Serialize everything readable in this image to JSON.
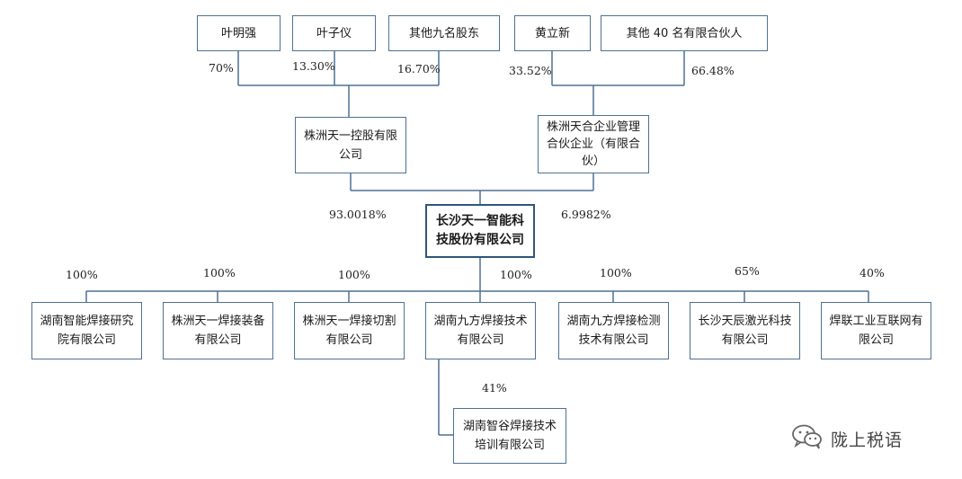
{
  "shareholders_top": {
    "ye_mingqiang": "叶明强",
    "ye_ziyi": "叶子仪",
    "other_nine": "其他九名股东",
    "huang_lixin": "黄立新",
    "other_forty": "其他 40 名有限合伙人"
  },
  "top_percents": {
    "ye_mingqiang": "70%",
    "ye_ziyi": "13.30%",
    "other_nine": "16.70%",
    "huang_lixin": "33.52%",
    "other_forty": "66.48%"
  },
  "mid_entities": {
    "holding": "株洲天一控股有限公司",
    "partnership": "株洲天合企业管理合伙企业（有限合伙）"
  },
  "mid_percents": {
    "holding": "93.0018%",
    "partnership": "6.9982%"
  },
  "main_company": "长沙天一智能科技股份有限公司",
  "subsidiaries": [
    {
      "name": "湖南智能焊接研究院有限公司",
      "pct": "100%"
    },
    {
      "name": "株洲天一焊接装备有限公司",
      "pct": "100%"
    },
    {
      "name": "株洲天一焊接切割有限公司",
      "pct": "100%"
    },
    {
      "name": "湖南九方焊接技术有限公司",
      "pct": "100%"
    },
    {
      "name": "湖南九方焊接检测技术有限公司",
      "pct": "100%"
    },
    {
      "name": "长沙天辰激光科技有限公司",
      "pct": "65%"
    },
    {
      "name": "焊联工业互联网有限公司",
      "pct": "40%"
    }
  ],
  "sub_subsidiary": {
    "name": "湖南智谷焊接技术培训有限公司",
    "pct": "41%"
  },
  "watermark": {
    "text": "陇上税语",
    "icon": "wechat-icon"
  }
}
